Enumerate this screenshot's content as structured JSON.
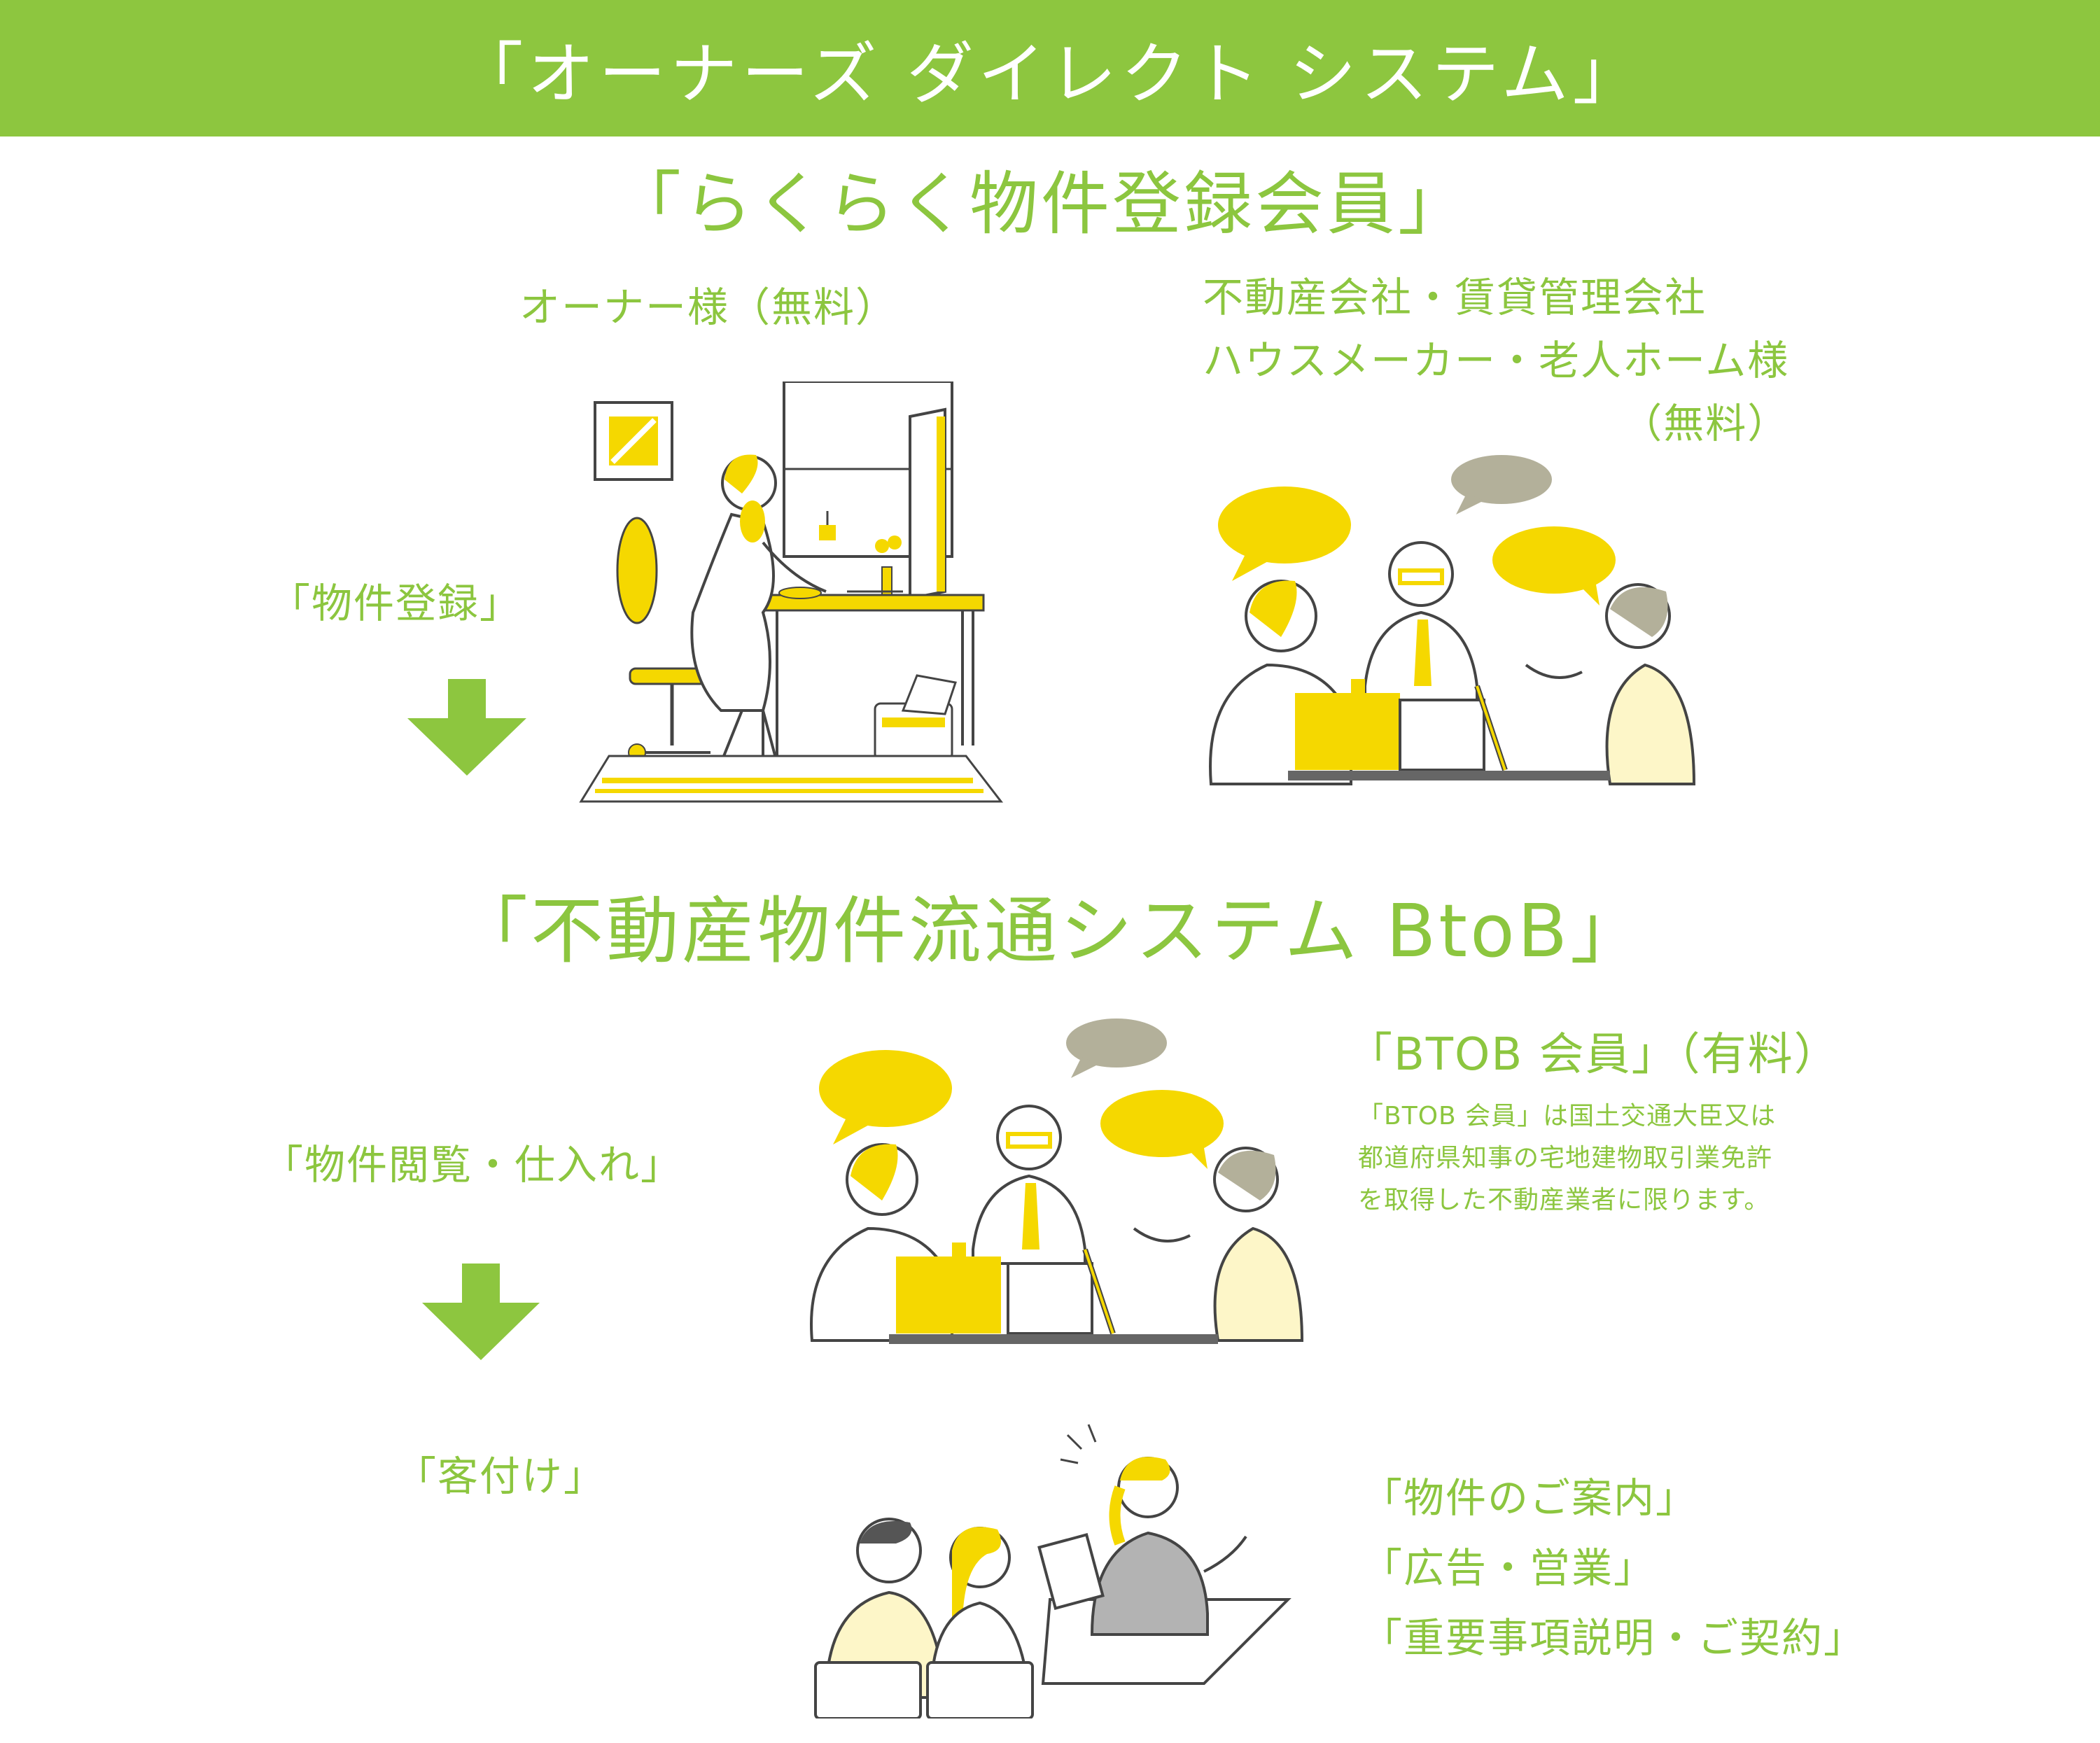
{
  "banner": {
    "title": "「オーナーズ ダイレクト システム」"
  },
  "section1": {
    "title": "「らくらく物件登録会員」",
    "owner_label": "オーナー様（無料）",
    "company_lines": [
      "不動産会社・賃貸管理会社",
      "ハウスメーカー・老人ホーム様",
      "（無料）"
    ],
    "step_label": "「物件登録」"
  },
  "section2": {
    "title": "「不動産物件流通システム BtoB」",
    "step1_label": "「物件閲覧・仕入れ」",
    "member_label": "「BTOB 会員」（有料）",
    "member_notes": [
      "「BTOB 会員」は国土交通大臣又は",
      "都道府県知事の宅地建物取引業免許",
      "を取得した不動産業者に限ります。"
    ],
    "step2_label": "「客付け」",
    "services": [
      "「物件のご案内」",
      "「広告・営業」",
      "「重要事項説明・ご契約」"
    ]
  },
  "colors": {
    "green": "#8cc63f",
    "yellow": "#f5d800",
    "gray": "#b3b09a",
    "line": "#444444"
  },
  "icons": [
    "down-arrow-icon",
    "speech-bubble-icon"
  ]
}
